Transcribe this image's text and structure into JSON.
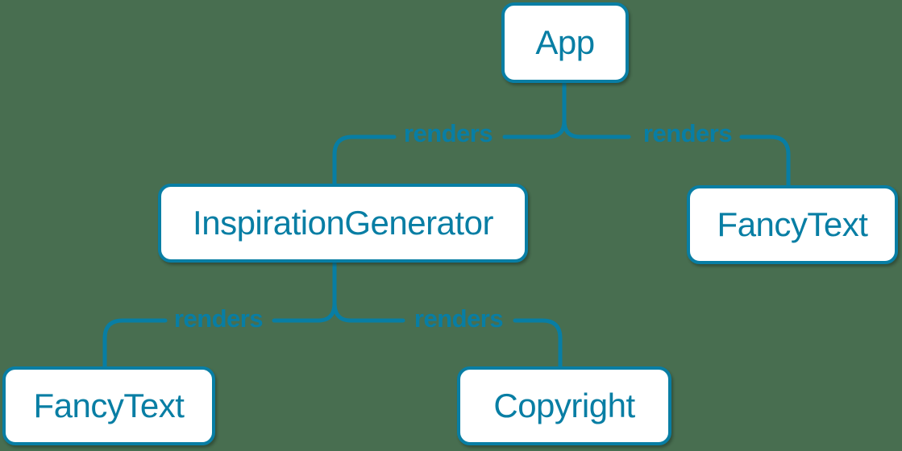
{
  "colors": {
    "background": "#486e50",
    "accent": "#087ea4",
    "node_fill": "#ffffff"
  },
  "diagram": {
    "type": "render-tree",
    "nodes": [
      {
        "id": "app",
        "label": "App"
      },
      {
        "id": "inspiration-generator",
        "label": "InspirationGenerator"
      },
      {
        "id": "fancy-text-top",
        "label": "FancyText"
      },
      {
        "id": "fancy-text-bottom",
        "label": "FancyText"
      },
      {
        "id": "copyright",
        "label": "Copyright"
      }
    ],
    "edges": [
      {
        "from": "App",
        "to": "InspirationGenerator",
        "label": "renders"
      },
      {
        "from": "App",
        "to": "FancyText",
        "label": "renders"
      },
      {
        "from": "InspirationGenerator",
        "to": "FancyText",
        "label": "renders"
      },
      {
        "from": "InspirationGenerator",
        "to": "Copyright",
        "label": "renders"
      }
    ]
  }
}
